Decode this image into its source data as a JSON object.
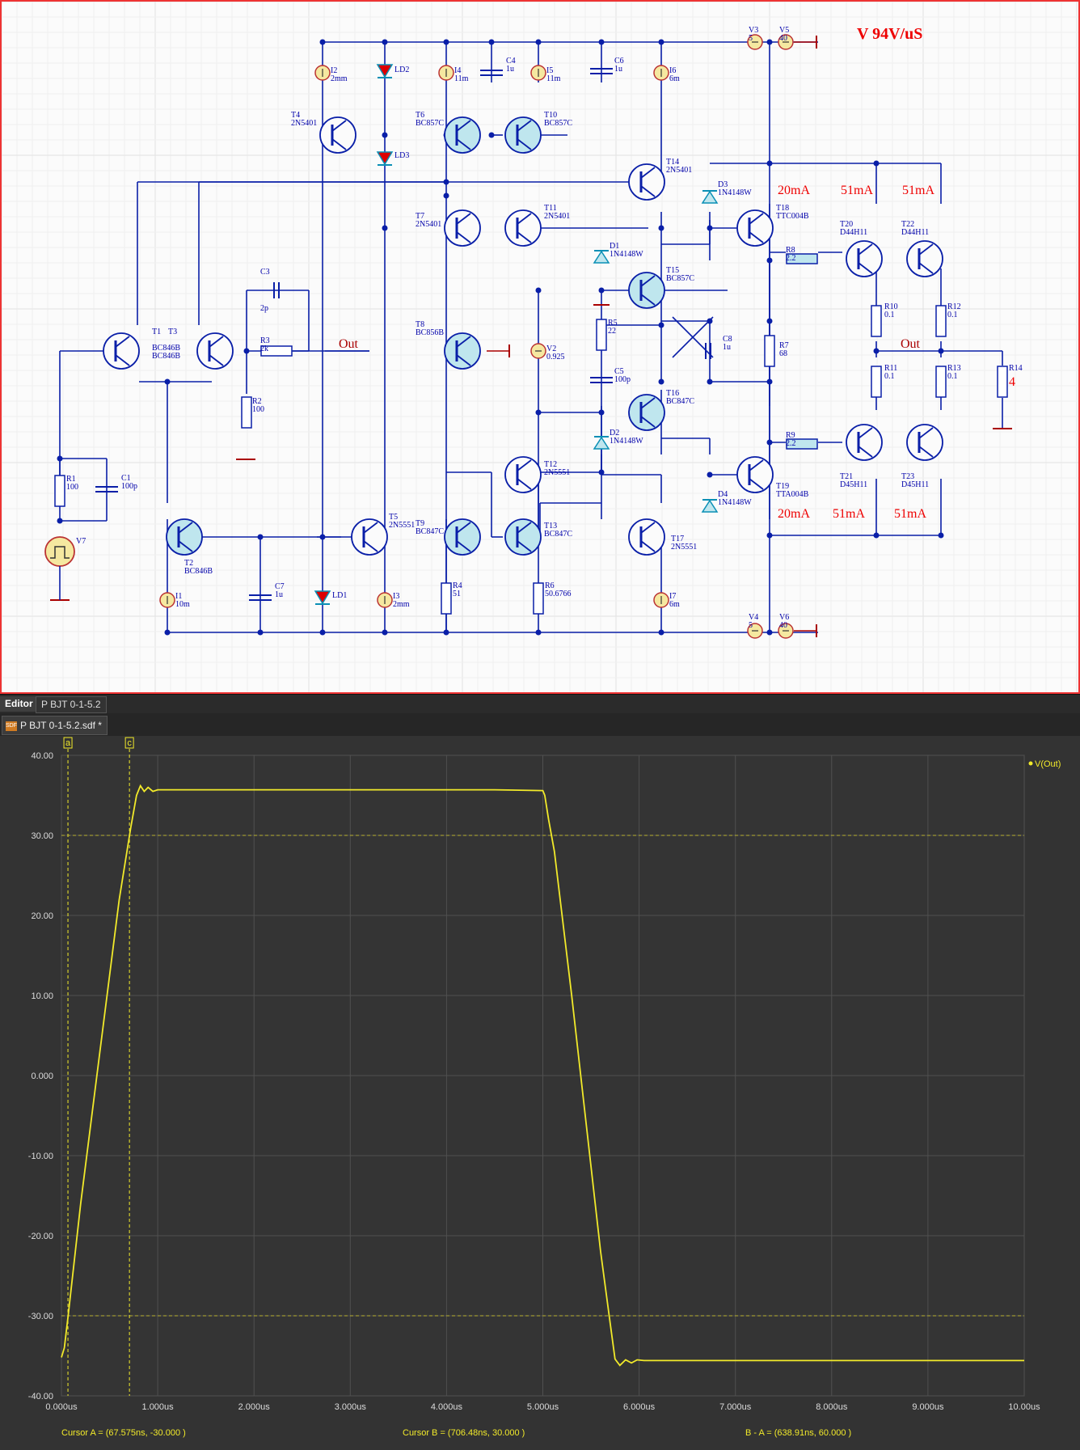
{
  "schematic": {
    "title_slew": "V 94V/uS",
    "labels_current": [
      "20mA",
      "51mA",
      "51mA",
      "20mA",
      "51mA",
      "51mA"
    ],
    "out_left": "Out",
    "out_right": "Out",
    "components": [
      {
        "ref": "T1  T3",
        "val": "BC846B\nBC846B"
      },
      {
        "ref": "T2",
        "val": "BC846B"
      },
      {
        "ref": "T4",
        "val": "2N5401"
      },
      {
        "ref": "T5",
        "val": "2N5551"
      },
      {
        "ref": "T6",
        "val": "BC857C"
      },
      {
        "ref": "T7",
        "val": "2N5401"
      },
      {
        "ref": "T8",
        "val": "BC856B"
      },
      {
        "ref": "T9",
        "val": "BC847C"
      },
      {
        "ref": "T10",
        "val": "BC857C"
      },
      {
        "ref": "T11",
        "val": "2N5401"
      },
      {
        "ref": "T12",
        "val": "2N5551"
      },
      {
        "ref": "T13",
        "val": "BC847C"
      },
      {
        "ref": "T14",
        "val": "2N5401"
      },
      {
        "ref": "T15",
        "val": "BC857C"
      },
      {
        "ref": "T16",
        "val": "BC847C"
      },
      {
        "ref": "T17",
        "val": "2N5551"
      },
      {
        "ref": "T18",
        "val": "TTC004B"
      },
      {
        "ref": "T19",
        "val": "TTA004B"
      },
      {
        "ref": "T20",
        "val": "D44H11"
      },
      {
        "ref": "T21",
        "val": "D45H11"
      },
      {
        "ref": "T22",
        "val": "D44H11"
      },
      {
        "ref": "T23",
        "val": "D45H11"
      },
      {
        "ref": "R1",
        "val": "100"
      },
      {
        "ref": "R2",
        "val": "100"
      },
      {
        "ref": "R3",
        "val": "2k"
      },
      {
        "ref": "R4",
        "val": "51"
      },
      {
        "ref": "R5",
        "val": "22"
      },
      {
        "ref": "R6",
        "val": "50.6766"
      },
      {
        "ref": "R7",
        "val": "68"
      },
      {
        "ref": "R8",
        "val": "2.2"
      },
      {
        "ref": "R9",
        "val": "2.2"
      },
      {
        "ref": "R10",
        "val": "0.1"
      },
      {
        "ref": "R11",
        "val": "0.1"
      },
      {
        "ref": "R12",
        "val": "0.1"
      },
      {
        "ref": "R13",
        "val": "0.1"
      },
      {
        "ref": "R14",
        "val": "4"
      },
      {
        "ref": "C1",
        "val": "100p"
      },
      {
        "ref": "C3",
        "val": "2p"
      },
      {
        "ref": "C4",
        "val": "1u"
      },
      {
        "ref": "C5",
        "val": "100p"
      },
      {
        "ref": "C6",
        "val": "1u"
      },
      {
        "ref": "C7",
        "val": "1u"
      },
      {
        "ref": "C8",
        "val": "1u"
      },
      {
        "ref": "D1",
        "val": "1N4148W"
      },
      {
        "ref": "D2",
        "val": "1N4148W"
      },
      {
        "ref": "D3",
        "val": "1N4148W"
      },
      {
        "ref": "D4",
        "val": "1N4148W"
      },
      {
        "ref": "LD1",
        "val": ""
      },
      {
        "ref": "LD2",
        "val": ""
      },
      {
        "ref": "LD3",
        "val": ""
      },
      {
        "ref": "I1",
        "val": "10m"
      },
      {
        "ref": "I2",
        "val": "2mm"
      },
      {
        "ref": "I3",
        "val": "2mm"
      },
      {
        "ref": "I4",
        "val": "11m"
      },
      {
        "ref": "I5",
        "val": "11m"
      },
      {
        "ref": "I6",
        "val": "6m"
      },
      {
        "ref": "I7",
        "val": "6m"
      },
      {
        "ref": "V2",
        "val": "0.925"
      },
      {
        "ref": "V3",
        "val": "5"
      },
      {
        "ref": "V4",
        "val": "5"
      },
      {
        "ref": "V5",
        "val": "40"
      },
      {
        "ref": "V6",
        "val": "40"
      },
      {
        "ref": "V7",
        "val": ""
      }
    ]
  },
  "tabs": {
    "editor": "Editor",
    "design": "P BJT 0-1-5.2"
  },
  "document_tab": {
    "label": "P BJT 0-1-5.2.sdf *",
    "icon": "waveform-doc-icon"
  },
  "colors": {
    "trace": "#f2ea2a",
    "plot_bg": "#333333",
    "grid": "#555555",
    "schem_wire": "#0a1fa8",
    "schem_label_red": "#ee0000"
  },
  "chart_data": {
    "type": "line",
    "legend": "V(Out)",
    "legend_position": "top-right",
    "xlabel": "",
    "ylabel": "",
    "x_ticks": [
      "0.000us",
      "1.000us",
      "2.000us",
      "3.000us",
      "4.000us",
      "5.000us",
      "6.000us",
      "7.000us",
      "8.000us",
      "9.000us",
      "10.00us"
    ],
    "y_ticks": [
      "40.00",
      "30.00",
      "20.00",
      "10.00",
      "0.000",
      "-10.00",
      "-20.00",
      "-30.00",
      "-40.00"
    ],
    "xlim_us": [
      0,
      10
    ],
    "ylim": [
      -40,
      40
    ],
    "grid": true,
    "series": [
      {
        "name": "V(Out)",
        "x_us": [
          0,
          0.03,
          0.07,
          0.2,
          0.4,
          0.6,
          0.72,
          0.78,
          0.82,
          0.86,
          0.9,
          0.95,
          1.0,
          1.5,
          2.5,
          3.5,
          4.5,
          5.0,
          5.02,
          5.06,
          5.12,
          5.3,
          5.6,
          5.7,
          5.75,
          5.8,
          5.86,
          5.92,
          5.98,
          6.05,
          6.2,
          7,
          8,
          9,
          10
        ],
        "y": [
          -35.2,
          -34,
          -30,
          -16,
          3,
          22,
          31,
          35,
          36.2,
          35.5,
          36,
          35.5,
          35.7,
          35.7,
          35.7,
          35.7,
          35.7,
          35.6,
          35,
          32,
          28,
          10,
          -22,
          -31,
          -35.4,
          -36.2,
          -35.5,
          -35.9,
          -35.5,
          -35.6,
          -35.6,
          -35.6,
          -35.6,
          -35.6,
          -35.6
        ]
      }
    ],
    "cursors": [
      {
        "name": "a",
        "x_us": 0.067575,
        "y": -30
      },
      {
        "name": "c",
        "x_us": 0.70648,
        "y": 30
      }
    ],
    "cursor_readouts": {
      "a": "Cursor A = (67.575ns, -30.000 )",
      "b": "Cursor B = (706.48ns, 30.000 )",
      "diff": "B - A = (638.91ns, 60.000 )"
    }
  }
}
